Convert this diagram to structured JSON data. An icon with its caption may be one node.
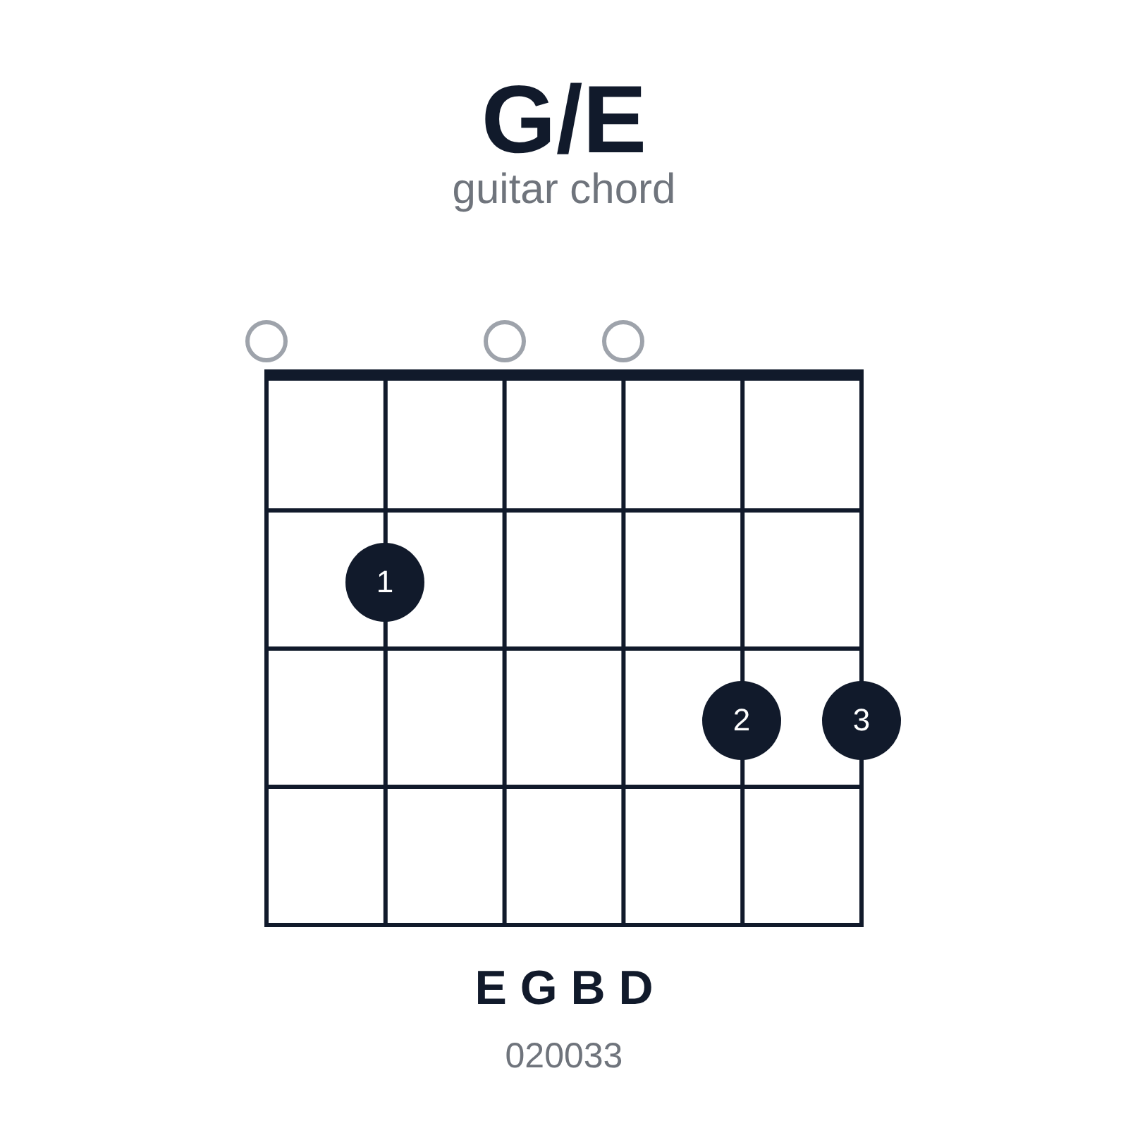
{
  "diagram": {
    "title": "G/E",
    "nodes": [
      {
        "text": [],
        "shape": "circle"
      },
      {
        "text": [],
        "shape": "circle"
      },
      {
        "text": [],
        "shape": "circle"
      },
      {
        "text": [
          "1"
        ]
      },
      {
        "text": [
          "2"
        ]
      },
      {
        "text": [
          "3"
        ]
      }
    ],
    "labels": [
      "guitar chord",
      "E G B D",
      "020033"
    ]
  }
}
